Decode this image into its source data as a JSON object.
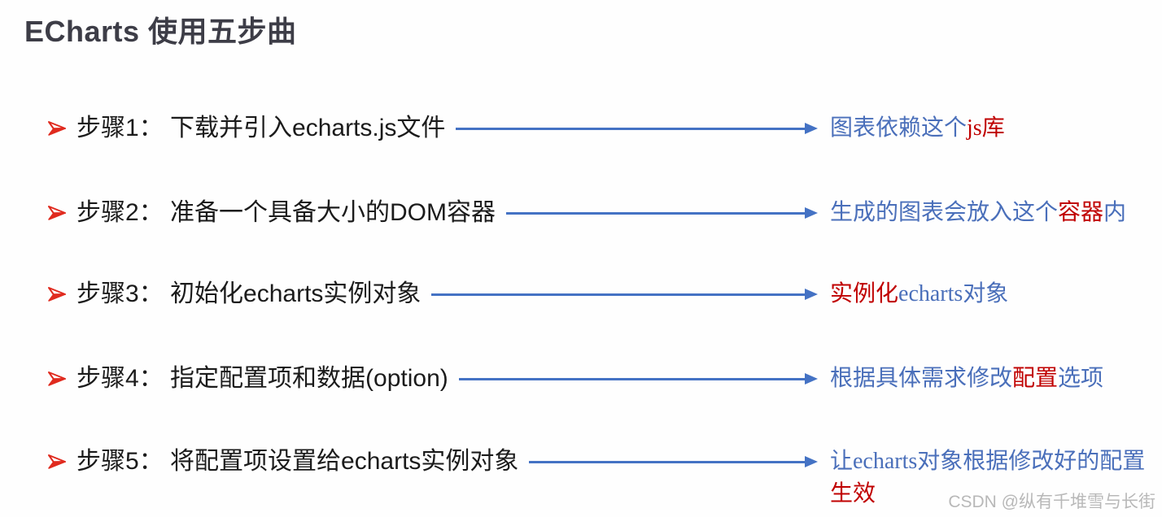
{
  "page": {
    "title": "ECharts 使用五步曲",
    "watermark": "CSDN @纵有千堆雪与长街"
  },
  "colors": {
    "arrow_blue": "#4472c4",
    "note_blue": "#4a6fba",
    "note_red": "#c00000",
    "bullet_red": "#e02a1e",
    "title_color": "#3d3d47",
    "text_color": "#1b1b1b",
    "watermark_gray": "#b8b8b8"
  },
  "icons": {
    "bullet": "arrowhead-bullet",
    "connector": "right-arrow"
  },
  "steps": [
    {
      "label": "步骤1： 下载并引入echarts.js文件",
      "note_segments": [
        {
          "text": "图表依赖这个",
          "color": "blue"
        },
        {
          "text": "js库",
          "color": "red"
        }
      ]
    },
    {
      "label": "步骤2： 准备一个具备大小的DOM容器",
      "note_segments": [
        {
          "text": "生成的图表会放入这个",
          "color": "blue"
        },
        {
          "text": "容器",
          "color": "red"
        },
        {
          "text": "内",
          "color": "blue"
        }
      ]
    },
    {
      "label": "步骤3： 初始化echarts实例对象",
      "note_segments": [
        {
          "text": "实例化",
          "color": "red"
        },
        {
          "text": "echarts对象",
          "color": "blue"
        }
      ]
    },
    {
      "label": "步骤4： 指定配置项和数据(option)",
      "note_segments": [
        {
          "text": "根据具体需求修改",
          "color": "blue"
        },
        {
          "text": "配置",
          "color": "red"
        },
        {
          "text": "选项",
          "color": "blue"
        }
      ]
    },
    {
      "label": "步骤5： 将配置项设置给echarts实例对象",
      "note_segments": [
        {
          "text": "让echarts对象根据修改好的配置",
          "color": "blue"
        },
        {
          "text": "生效",
          "color": "red"
        }
      ]
    }
  ]
}
